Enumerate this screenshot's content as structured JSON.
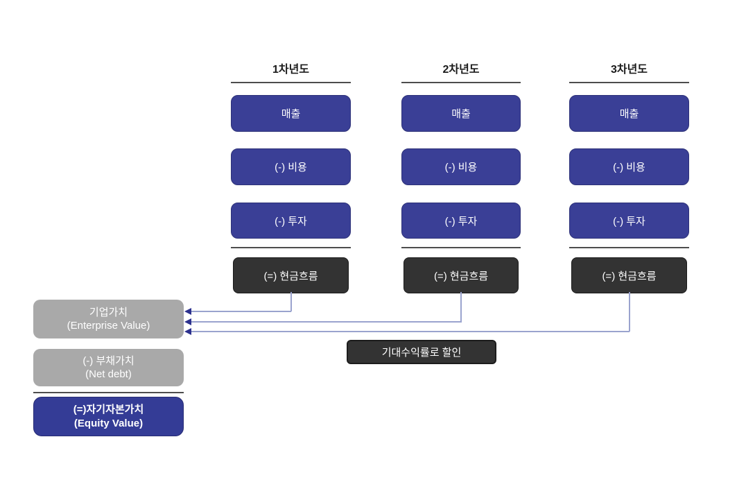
{
  "diagram": {
    "columns": [
      {
        "header": "1차년도",
        "boxes": [
          "매출",
          "(-) 비용",
          "(-) 투자"
        ],
        "result": "(=) 현금흐름"
      },
      {
        "header": "2차년도",
        "boxes": [
          "매출",
          "(-) 비용",
          "(-) 투자"
        ],
        "result": "(=) 현금흐름"
      },
      {
        "header": "3차년도",
        "boxes": [
          "매출",
          "(-) 비용",
          "(-) 투자"
        ],
        "result": "(=) 현금흐름"
      }
    ],
    "left_stack": {
      "enterprise_value": {
        "line1": "기업가치",
        "line2": "(Enterprise Value)"
      },
      "net_debt": {
        "line1": "(-) 부채가치",
        "line2": "(Net debt)"
      },
      "equity_value": {
        "line1": "(=)자기자본가치",
        "line2": "(Equity Value)"
      }
    },
    "discount_note": "기대수익률로 할인",
    "colors": {
      "primary_blue": "#3a3f96",
      "dark_gray": "#333333",
      "light_gray": "#a9a9a9",
      "arrow_line": "#9aa3ce",
      "arrow_head": "#2c318e",
      "background": "#ffffff"
    }
  }
}
